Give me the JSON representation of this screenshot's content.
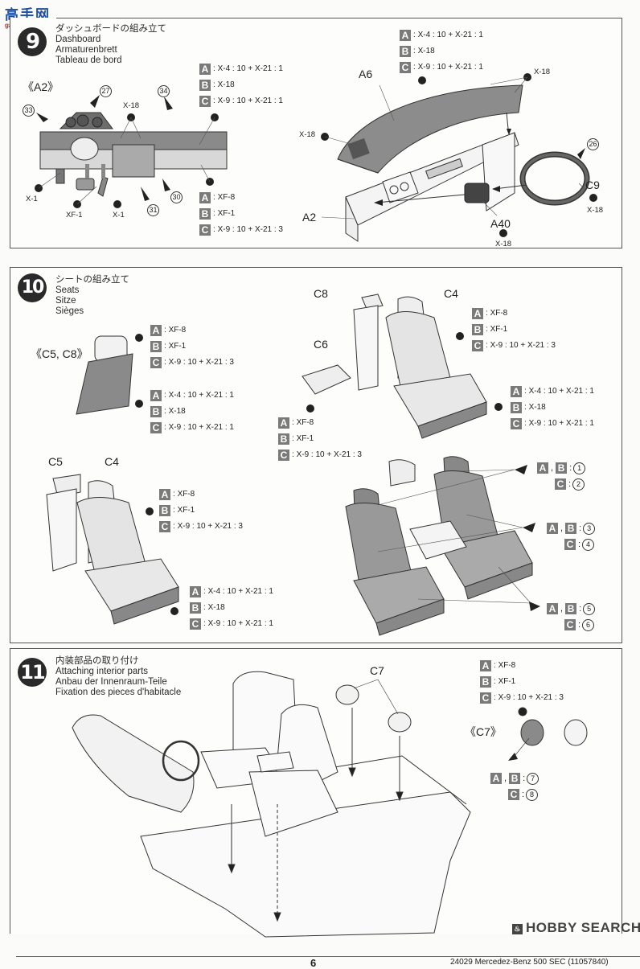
{
  "watermark": {
    "site_cn": "高手网",
    "site_url": "gao-shou.com"
  },
  "steps": [
    {
      "number": "9",
      "title_jp": "ダッシュボードの組み立て",
      "title_en": "Dashboard",
      "title_de": "Armaturenbrett",
      "title_fr": "Tableau de bord",
      "detail_label": "《A2》",
      "color_blocks": [
        {
          "A": "X-4 : 10 + X-21 : 1",
          "B": "X-18",
          "C": "X-9 : 10 + X-21 : 1"
        },
        {
          "A": "X-4 : 10 + X-21 : 1",
          "B": "X-18",
          "C": "X-9 : 10 + X-21 : 1"
        },
        {
          "A": "XF-8",
          "B": "XF-1",
          "C": "X-9 : 10 + X-21 : 3"
        }
      ],
      "part_labels": [
        "A6",
        "A2",
        "A40",
        "C9"
      ],
      "paint_labels": [
        "X-18",
        "X-18",
        "X-18",
        "X-18",
        "X-18",
        "X-1",
        "XF-1",
        "X-1"
      ],
      "decal_numbers": [
        "27",
        "33",
        "34",
        "30",
        "31",
        "26"
      ]
    },
    {
      "number": "10",
      "title_jp": "シートの組み立て",
      "title_en": "Seats",
      "title_de": "Sitze",
      "title_fr": "Sièges",
      "detail_label": "《C5, C8》",
      "color_blocks": [
        {
          "A": "XF-8",
          "B": "XF-1",
          "C": "X-9 : 10 + X-21 : 3"
        },
        {
          "A": "X-4 : 10 + X-21 : 1",
          "B": "X-18",
          "C": "X-9 : 10 + X-21 : 1"
        },
        {
          "A": "XF-8",
          "B": "XF-1",
          "C": "X-9 : 10 + X-21 : 3"
        },
        {
          "A": "X-4 : 10 + X-21 : 1",
          "B": "X-18",
          "C": "X-9 : 10 + X-21 : 1"
        },
        {
          "A": "XF-8",
          "B": "XF-1",
          "C": "X-9 : 10 + X-21 : 3"
        },
        {
          "A": "XF-8",
          "B": "XF-1",
          "C": "X-9 : 10 + X-21 : 3"
        },
        {
          "A": "X-4 : 10 + X-21 : 1",
          "B": "X-18",
          "C": "X-9 : 10 + X-21 : 1"
        }
      ],
      "part_labels": [
        "C8",
        "C4",
        "C6",
        "C5",
        "C4"
      ],
      "decal_refs": [
        {
          "ab": "A , B",
          "ab_num": "1",
          "c": "C",
          "c_num": "2"
        },
        {
          "ab": "A , B",
          "ab_num": "3",
          "c": "C",
          "c_num": "4"
        },
        {
          "ab": "A , B",
          "ab_num": "5",
          "c": "C",
          "c_num": "6"
        }
      ]
    },
    {
      "number": "11",
      "title_jp": "内装部品の取り付け",
      "title_en": "Attaching interior parts",
      "title_de": "Anbau der Innenraum-Teile",
      "title_fr": "Fixation des pieces d'habitacle",
      "detail_label": "《C7》",
      "color_blocks": [
        {
          "A": "XF-8",
          "B": "XF-1",
          "C": "X-9 : 10 + X-21 : 3"
        }
      ],
      "part_labels": [
        "C7"
      ],
      "decal_refs": [
        {
          "ab": "A , B",
          "ab_num": "7",
          "c": "C",
          "c_num": "8"
        }
      ]
    }
  ],
  "footer": {
    "page_number": "6",
    "product": "24029  Mercedez-Benz 500 SEC (11057840)",
    "brand": "HOBBY SEARCH"
  }
}
